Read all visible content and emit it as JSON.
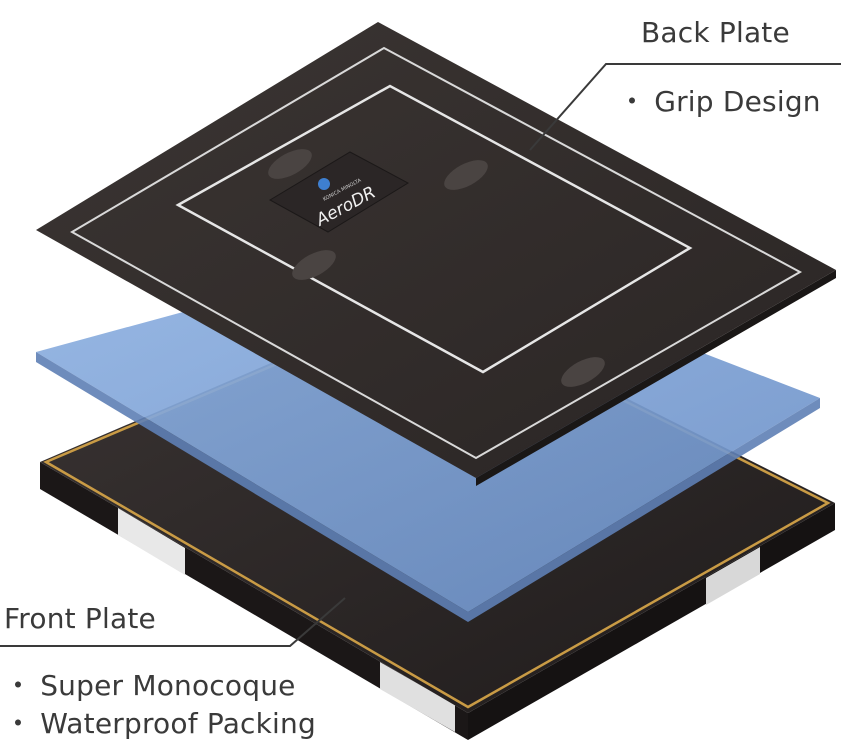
{
  "back_plate": {
    "title": "Back Plate",
    "features": [
      "Grip Design"
    ]
  },
  "front_plate": {
    "title": "Front Plate",
    "features": [
      "Super Monocoque",
      "Waterproof Packing"
    ]
  },
  "logo": {
    "brand_small": "KONICA MINOLTA",
    "product": "AeroDR"
  },
  "bullet_char": "・",
  "colors": {
    "plate_dark": "#2f2b2a",
    "plate_edge": "#1e1b1a",
    "glass_blue": "#7fa3d6",
    "gold_edge": "#c99b45",
    "leader_line": "#3a3a3a"
  }
}
